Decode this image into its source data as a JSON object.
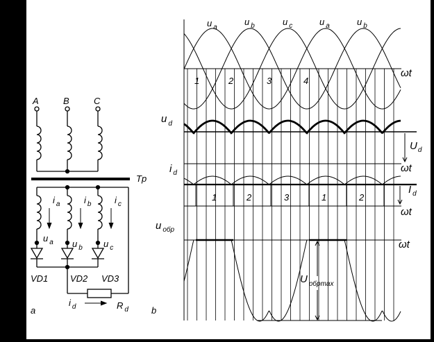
{
  "figure": {
    "panel_a_label": "a",
    "panel_b_label": "b",
    "circuit": {
      "phase_terminals": [
        "A",
        "B",
        "C"
      ],
      "transformer_label": "Tp",
      "currents": [
        "i",
        "i",
        "i"
      ],
      "current_subs": [
        "a",
        "b",
        "c"
      ],
      "voltages": [
        "u",
        "u",
        "u"
      ],
      "voltage_subs": [
        "a",
        "b",
        "c"
      ],
      "diodes": [
        "VD1",
        "VD2",
        "VD3"
      ],
      "load_current": "i",
      "load_current_sub": "d",
      "load_resistor": "R",
      "load_resistor_sub": "d"
    },
    "waveforms": {
      "phase_labels": [
        {
          "main": "u",
          "sub": "a"
        },
        {
          "main": "u",
          "sub": "b"
        },
        {
          "main": "u",
          "sub": "c"
        },
        {
          "main": "u",
          "sub": "a"
        },
        {
          "main": "u",
          "sub": "b"
        }
      ],
      "interval_numbers": [
        "1",
        "2",
        "3",
        "4"
      ],
      "omega_t": "ωt",
      "ud_label": {
        "main": "u",
        "sub": "d"
      },
      "ud_avg": {
        "main": "U",
        "sub": "d"
      },
      "id_label": {
        "main": "i",
        "sub": "d"
      },
      "id_avg": {
        "main": "I",
        "sub": "d"
      },
      "conduction_numbers": [
        "1",
        "2",
        "3",
        "1",
        "2"
      ],
      "uobr_label": {
        "main": "u",
        "sub": "обр"
      },
      "uobr_max": {
        "main": "U",
        "sub": "обрmax"
      }
    }
  }
}
